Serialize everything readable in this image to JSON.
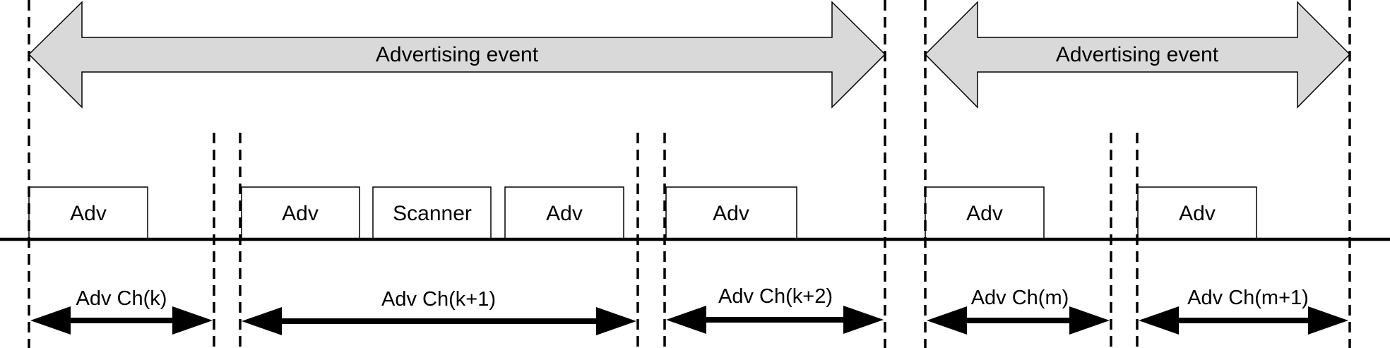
{
  "diagram": {
    "advertising_events": [
      {
        "label": "Advertising event"
      },
      {
        "label": "Advertising event"
      }
    ],
    "packets": [
      {
        "label": "Adv"
      },
      {
        "label": "Adv"
      },
      {
        "label": "Scanner"
      },
      {
        "label": "Adv"
      },
      {
        "label": "Adv"
      },
      {
        "label": "Adv"
      },
      {
        "label": "Adv"
      }
    ],
    "channels": [
      {
        "label": "Adv Ch(k)"
      },
      {
        "label": "Adv Ch(k+1)"
      },
      {
        "label": "Adv Ch(k+2)"
      },
      {
        "label": "Adv Ch(m)"
      },
      {
        "label": "Adv Ch(m+1)"
      }
    ],
    "colors": {
      "event_arrow_fill": "#d9d9d9",
      "stroke": "#000000",
      "background": "#ffffff"
    }
  }
}
